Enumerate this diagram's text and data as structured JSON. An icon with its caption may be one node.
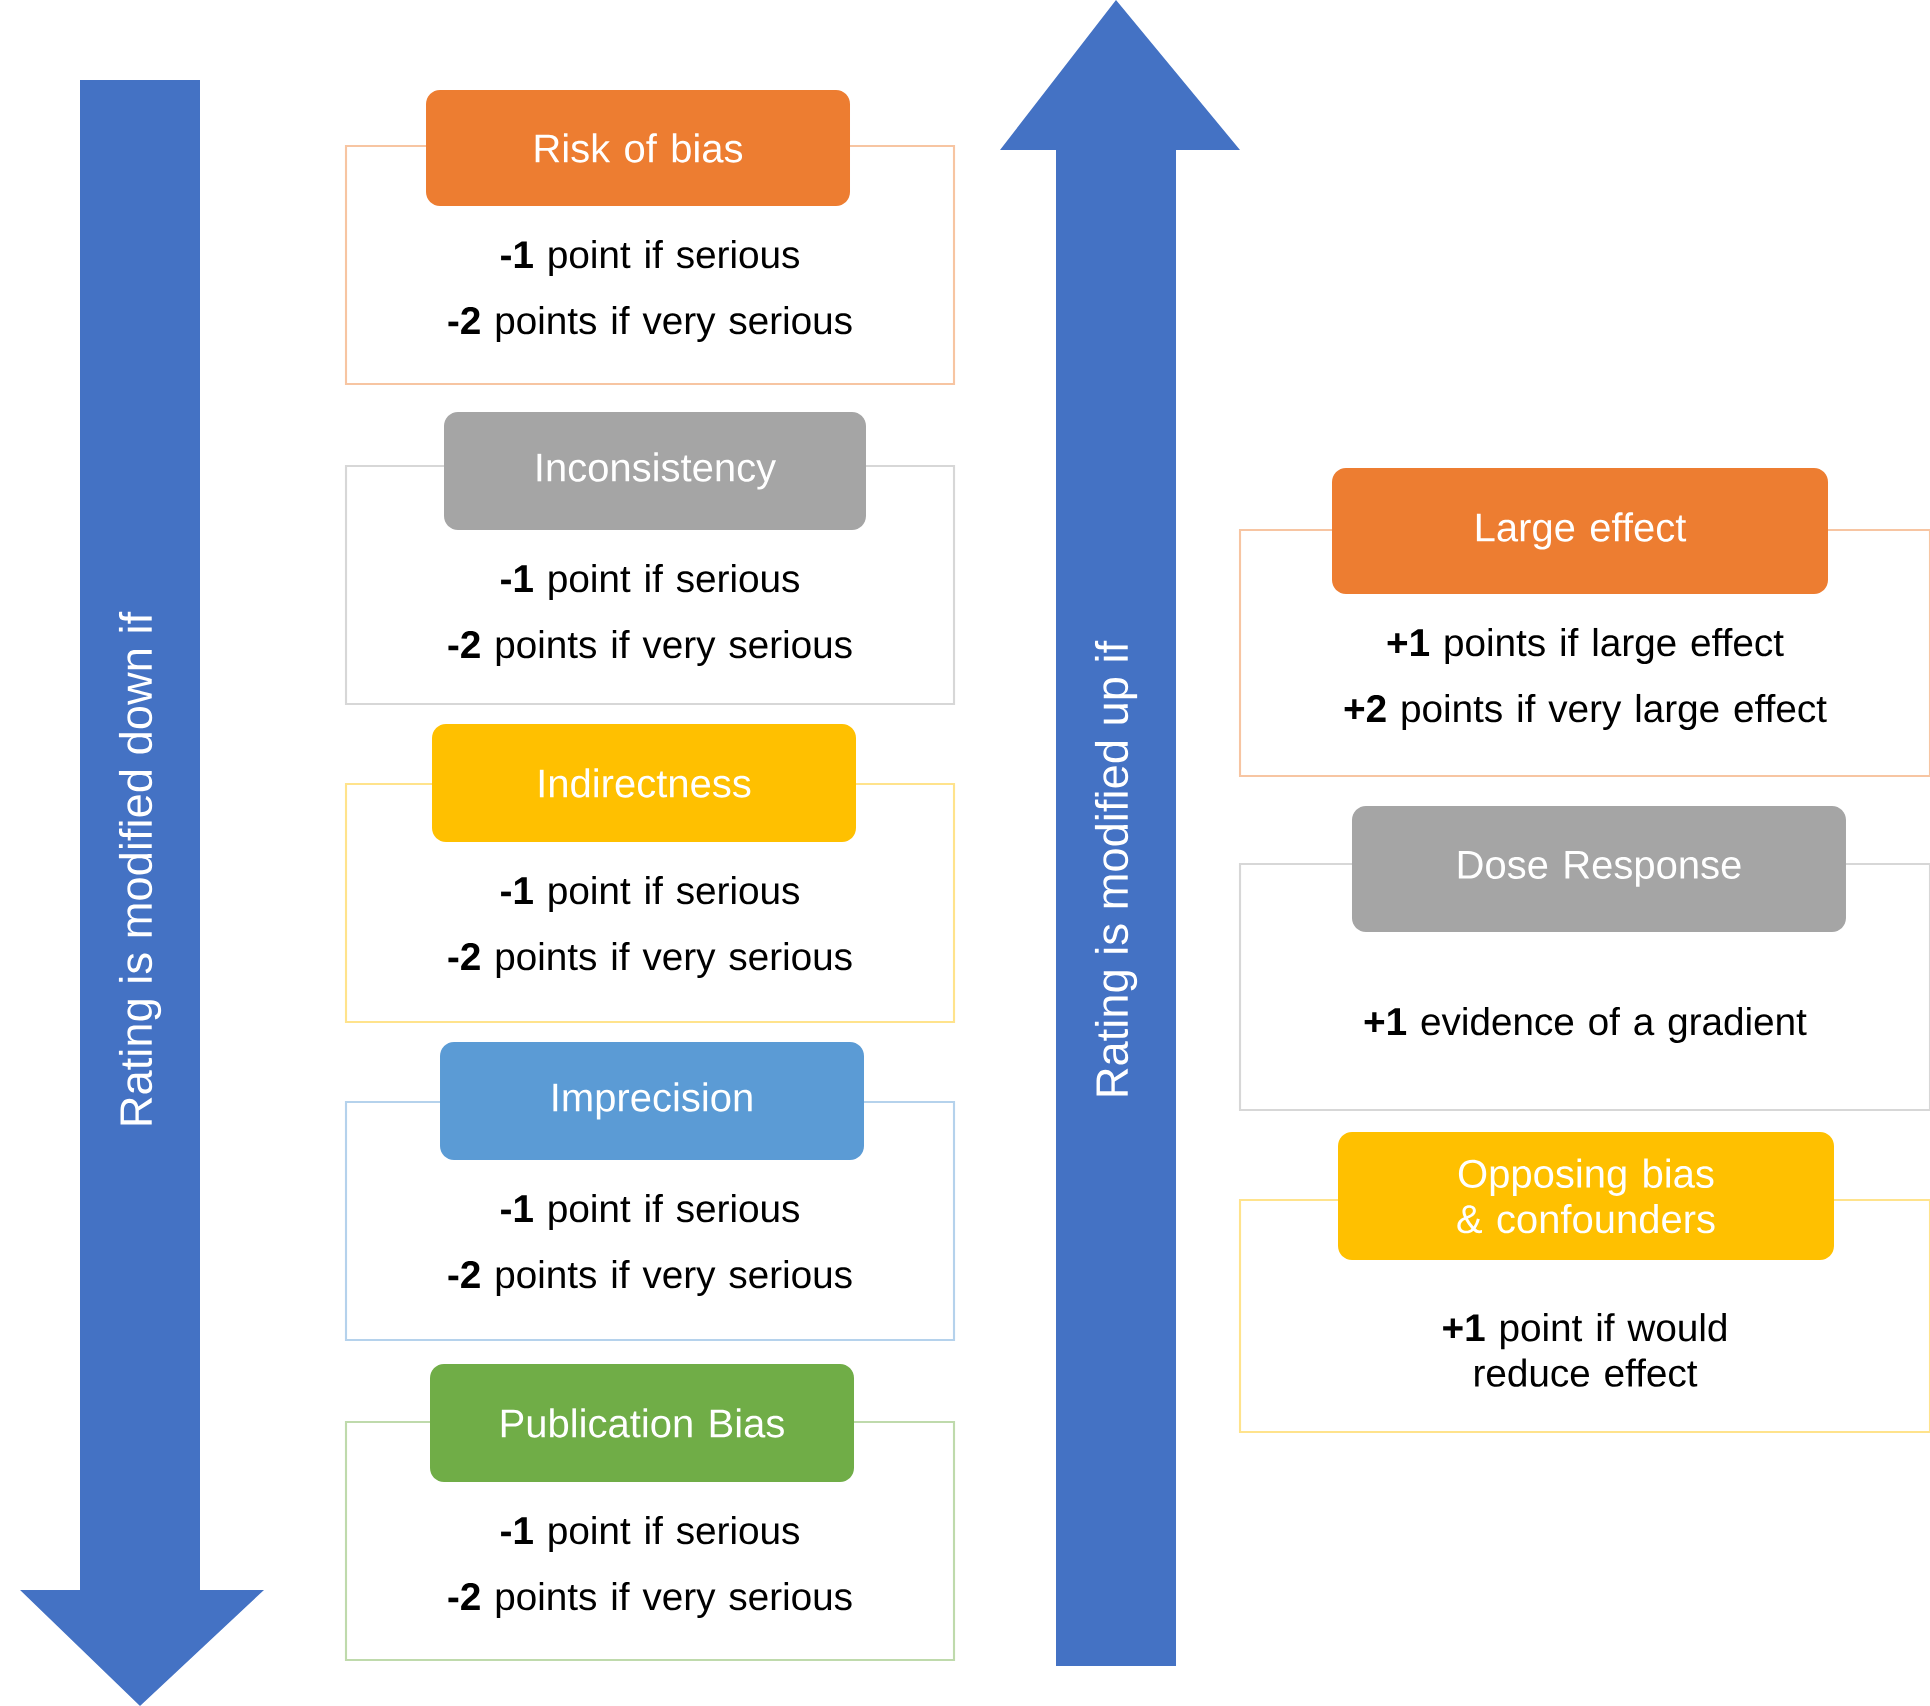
{
  "diagram": {
    "nodes": [
      {
        "text": [
          "Rating is modified down if"
        ]
      },
      {
        "text": [
          "Risk of bias",
          "**-1** point if serious",
          "**-2** points if very serious"
        ]
      },
      {
        "text": [
          "Inconsistency",
          "**-1** point if serious",
          "**-2** points if very serious"
        ]
      },
      {
        "text": [
          "Indirectness",
          "**-1** point if serious",
          "**-2** points if very serious"
        ]
      },
      {
        "text": [
          "Imprecision",
          "**-1** point if serious",
          "**-2** points if very serious"
        ]
      },
      {
        "text": [
          "Publication Bias",
          "**-1** point if serious",
          "**-2** points if very serious"
        ]
      },
      {
        "text": [
          "Rating is modified up if"
        ]
      },
      {
        "text": [
          "Large effect",
          "**+1** points if large effect",
          "**+2** points if very large effect"
        ]
      },
      {
        "text": [
          "Dose Response",
          "**+1** evidence of a gradient"
        ]
      },
      {
        "text": [
          "Opposing bias & confounders",
          "**+1** point if would reduce effect"
        ]
      }
    ]
  }
}
